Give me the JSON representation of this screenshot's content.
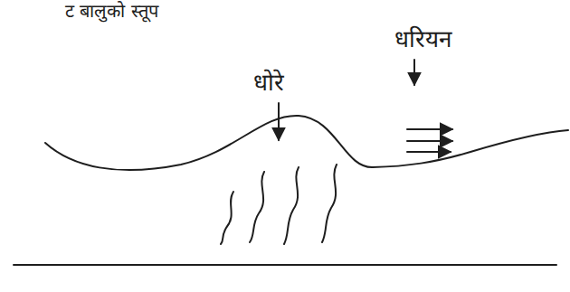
{
  "diagram": {
    "labels": [
      "ट बालुको स्तूप",
      "धोरे",
      "धरियन"
    ]
  }
}
